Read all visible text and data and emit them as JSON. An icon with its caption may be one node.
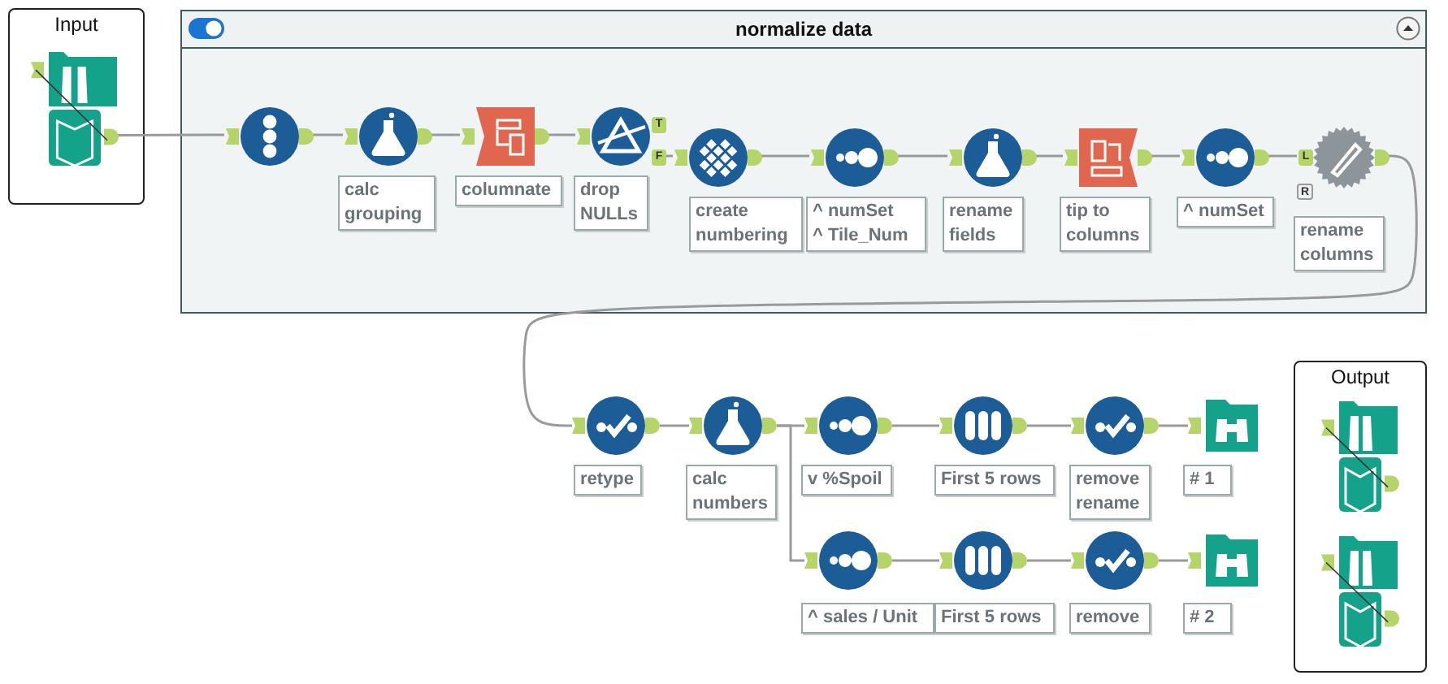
{
  "diagram": {
    "nodes": [
      {
        "text": [
          "Input"
        ]
      },
      {
        "text": [],
        "shape": "picture",
        "in": 0
      },
      {
        "text": [
          "normalize data"
        ]
      },
      {
        "text": [],
        "shape": "circle",
        "in": 2
      },
      {
        "text": [],
        "shape": "circle",
        "in": 2,
        "beside": [
          "calc grouping"
        ]
      },
      {
        "text": [],
        "shape": "box",
        "in": 2,
        "beside": [
          "columnate"
        ]
      },
      {
        "text": [],
        "shape": "circle",
        "in": 2,
        "beside": [
          "drop NULLs"
        ]
      },
      {
        "text": [],
        "shape": "circle",
        "in": 2,
        "beside": [
          "create numbering"
        ]
      },
      {
        "text": [],
        "shape": "circle",
        "in": 2,
        "beside": [
          "^ numSet",
          "^ Tile_Num"
        ]
      },
      {
        "text": [],
        "shape": "circle",
        "in": 2,
        "beside": [
          "rename fields"
        ]
      },
      {
        "text": [],
        "shape": "box",
        "in": 2,
        "beside": [
          "tip to columns"
        ]
      },
      {
        "text": [],
        "shape": "circle",
        "in": 2,
        "beside": [
          "^ numSet"
        ]
      },
      {
        "text": [],
        "shape": "circle",
        "in": 2,
        "beside": [
          "rename columns"
        ]
      },
      {
        "text": [],
        "shape": "circle",
        "beside": [
          "retype"
        ]
      },
      {
        "text": [],
        "shape": "circle",
        "beside": [
          "calc numbers"
        ]
      },
      {
        "text": [],
        "shape": "circle",
        "beside": [
          "v %Spoil"
        ]
      },
      {
        "text": [],
        "shape": "circle",
        "beside": [
          "First 5 rows"
        ]
      },
      {
        "text": [],
        "shape": "circle",
        "beside": [
          "remove rename"
        ]
      },
      {
        "text": [],
        "shape": "box",
        "beside": [
          "# 1"
        ]
      },
      {
        "text": [],
        "shape": "circle",
        "beside": [
          "^ sales / Unit"
        ]
      },
      {
        "text": [],
        "shape": "circle",
        "beside": [
          "First 5 rows"
        ]
      },
      {
        "text": [],
        "shape": "circle",
        "beside": [
          "remove"
        ]
      },
      {
        "text": [],
        "shape": "box",
        "beside": [
          "# 2"
        ]
      },
      {
        "text": [
          "Output"
        ]
      },
      {
        "text": [],
        "shape": "picture",
        "in": 23
      },
      {
        "text": [],
        "shape": "picture",
        "in": 23
      }
    ],
    "edges": [
      {
        "from": 1,
        "to": 3,
        "arrow": "none"
      },
      {
        "from": 3,
        "to": 4,
        "arrow": "none"
      },
      {
        "from": 4,
        "to": 5,
        "arrow": "none"
      },
      {
        "from": 5,
        "to": 6,
        "arrow": "none"
      },
      {
        "from": 6,
        "to": 7,
        "arrow": "none"
      },
      {
        "from": 7,
        "to": 8,
        "arrow": "none"
      },
      {
        "from": 8,
        "to": 9,
        "arrow": "none"
      },
      {
        "from": 9,
        "to": 10,
        "arrow": "none"
      },
      {
        "from": 10,
        "to": 11,
        "arrow": "none"
      },
      {
        "from": 11,
        "to": 12,
        "arrow": "none"
      },
      {
        "from": 12,
        "to": 13,
        "arrow": "none"
      },
      {
        "from": 13,
        "to": 14,
        "arrow": "none"
      },
      {
        "from": 14,
        "to": 15,
        "arrow": "none"
      },
      {
        "from": 14,
        "to": 19,
        "arrow": "none"
      },
      {
        "from": 15,
        "to": 16,
        "arrow": "none"
      },
      {
        "from": 16,
        "to": 17,
        "arrow": "none"
      },
      {
        "from": 17,
        "to": 18,
        "arrow": "none"
      },
      {
        "from": 19,
        "to": 20,
        "arrow": "none"
      },
      {
        "from": 20,
        "to": 21,
        "arrow": "none"
      },
      {
        "from": 21,
        "to": 22,
        "arrow": "none"
      }
    ],
    "labels": [
      "T",
      "F",
      "L",
      "R"
    ]
  }
}
